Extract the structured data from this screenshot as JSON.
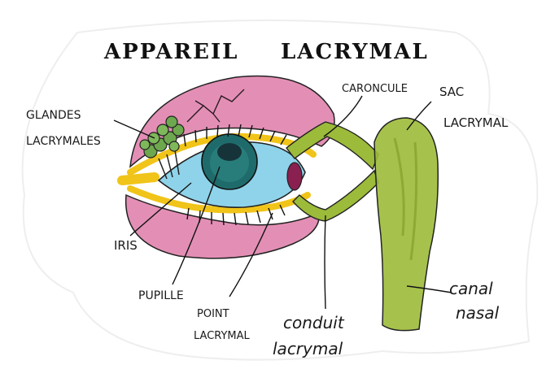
{
  "title": {
    "word1": "APPAREIL",
    "word2": "LACRYMAL"
  },
  "labels": {
    "glandes_line1": "GLANDES",
    "glandes_line2": "LACRYMALES",
    "caroncule": "CARONCULE",
    "sac_line1": "SAC",
    "sac_line2": "LACRYMAL",
    "iris": "IRIS",
    "pupille": "PUPILLE",
    "point_line1": "POINT",
    "point_line2": "LACRYMAL",
    "conduit_line1": "conduit",
    "conduit_line2": "lacrymal",
    "canal_line1": "canal",
    "canal_line2": "nasal"
  },
  "colors": {
    "lid": "#d96a9c",
    "sclera": "#8fd3ea",
    "iris": "#1f6b6b",
    "pupil": "#16333a",
    "duct": "#9cbb3a",
    "gland": "#6ea84e",
    "margin": "#f0c419",
    "caruncle": "#8a2050"
  }
}
